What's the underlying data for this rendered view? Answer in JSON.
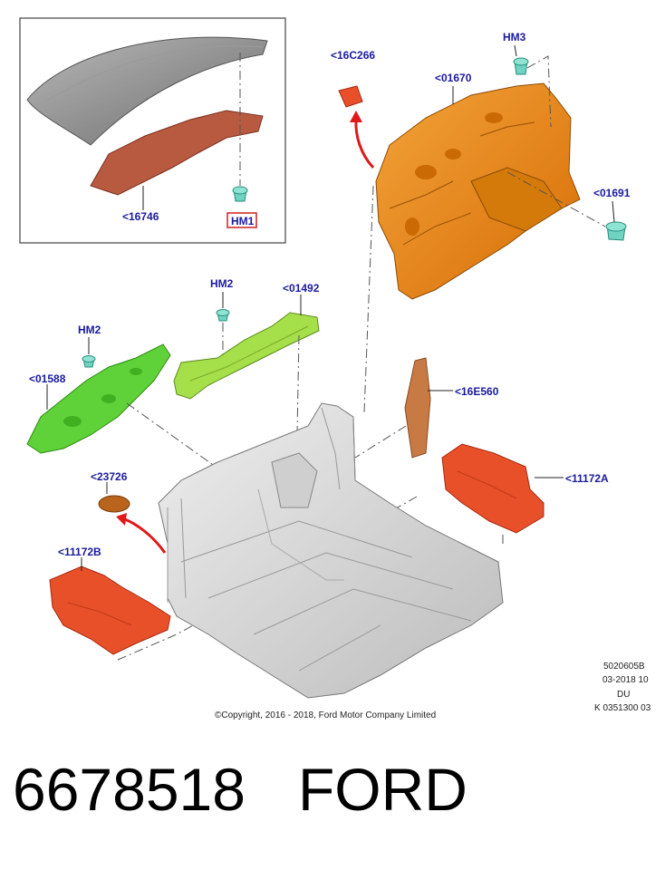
{
  "colors": {
    "label": "#1a1aa0",
    "orange_part": "#e8870f",
    "green_part": "#5fd23a",
    "lime_part": "#a5e04a",
    "red_part": "#e8502a",
    "rust_part": "#b85a40",
    "tan_part": "#c87a45",
    "floor": "#d8d8d8",
    "clip": "#6fd3c2",
    "arrow": "#e01818",
    "highlight_box": "#d02020"
  },
  "labels": {
    "c16746": "<16746",
    "hm1": "HM1",
    "c16c266": "<16C266",
    "hm3": "HM3",
    "c01670": "<01670",
    "c01691": "<01691",
    "hm2_upper": "HM2",
    "c01492": "<01492",
    "hm2_left": "HM2",
    "c01588": "<01588",
    "c16e560": "<16E560",
    "c11172a": "<11172A",
    "c23726": "<23726",
    "c11172b": "<11172B"
  },
  "meta": {
    "line1": "5020605B",
    "line2": "03-2018 10",
    "line3": "DU",
    "line4": "K 0351300 03",
    "copyright": "©Copyright, 2016 - 2018, Ford Motor Company Limited"
  },
  "footer": {
    "part_number": "6678518",
    "brand": "FORD"
  }
}
